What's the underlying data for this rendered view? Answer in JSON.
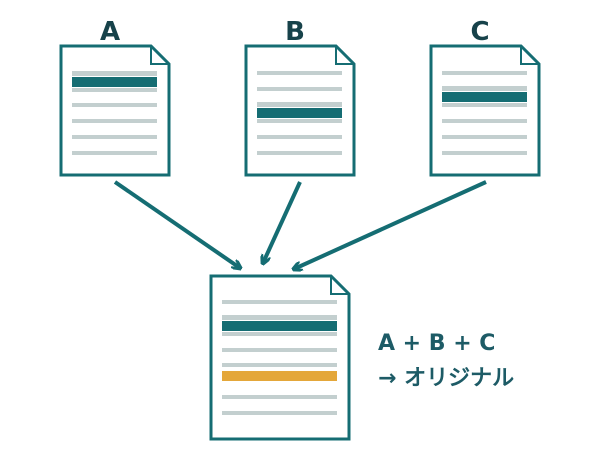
{
  "colors": {
    "teal": "#156d73",
    "line_gray": "#c3cfcf",
    "highlight_orange": "#e4a73a",
    "label_dark": "#17424a",
    "text_teal": "#1d5b66"
  },
  "sources": [
    {
      "label": "A",
      "highlight": "teal"
    },
    {
      "label": "B",
      "highlight": "teal"
    },
    {
      "label": "C",
      "highlight": "teal"
    }
  ],
  "result": {
    "formula": "A + B + C",
    "caption": "→ オリジナル",
    "highlights": [
      "teal",
      "orange"
    ]
  }
}
